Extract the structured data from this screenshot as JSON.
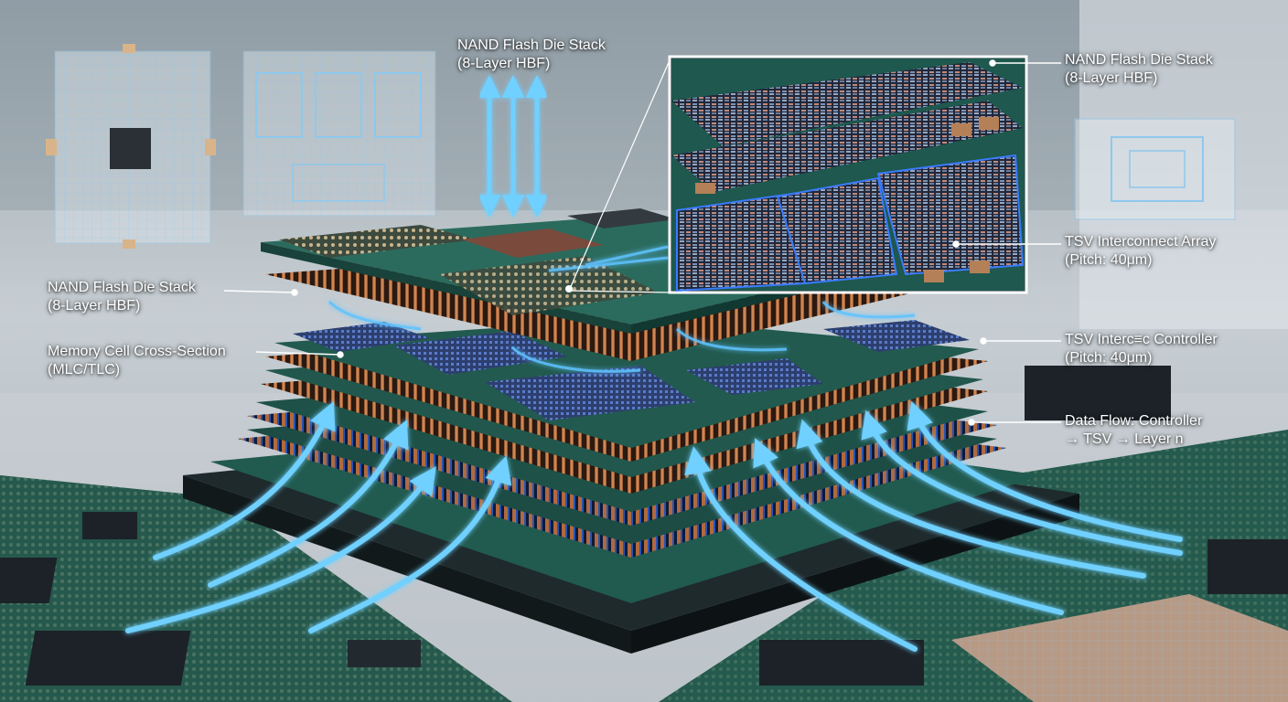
{
  "labels": {
    "top_center": {
      "line1": "NAND Flash Die Stack",
      "line2": "(8-Layer HBF)"
    },
    "top_right": {
      "line1": "NAND Flash Die Stack",
      "line2": "(8-Layer HBF)"
    },
    "left_stack": {
      "line1": "NAND Flash Die Stack",
      "line2": "(8-Layer HBF)"
    },
    "left_cell": {
      "line1": "Memory Cell Cross-Section",
      "line2": "(MLC/TLC)"
    },
    "tsv_array": {
      "line1": "TSV Interconnect Array",
      "line2": "(Pitch: 40μm)"
    },
    "tsv_controller": {
      "line1": "TSV Interc≡c Controller",
      "line2": "(Pitch: 40μm)"
    },
    "data_flow": {
      "line1": "Data Flow: Controller",
      "line2": "→ TSV → Layer n"
    }
  },
  "colors": {
    "pcb_green": "#1f5e52",
    "copper": "#c97a4a",
    "flow_blue": "#5fc3ff",
    "chip_dark": "#1c2228",
    "blueprint": "#8ec8ee"
  },
  "layers": 8
}
